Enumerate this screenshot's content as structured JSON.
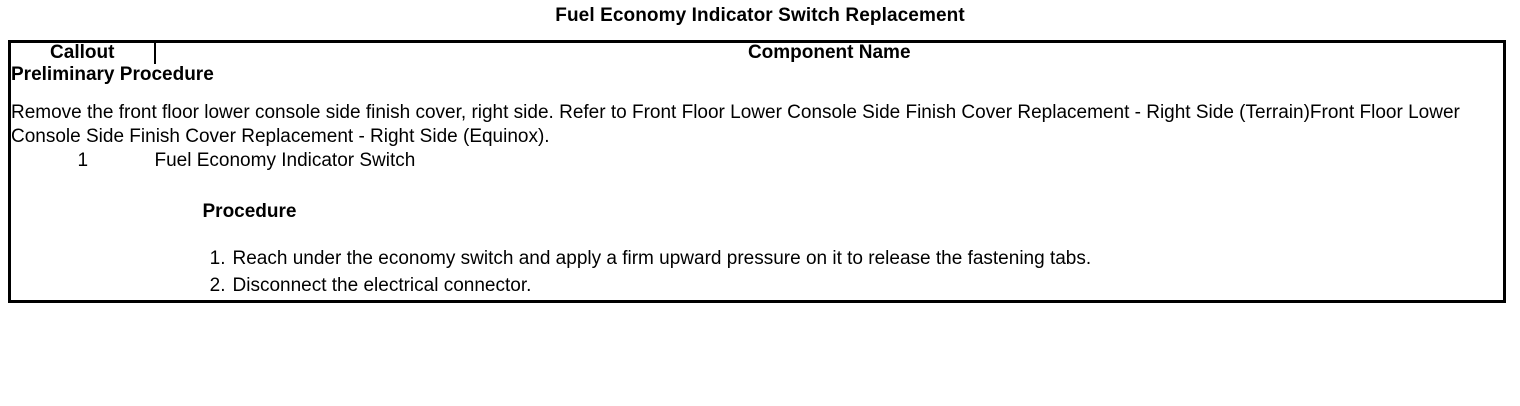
{
  "document": {
    "title": "Fuel Economy Indicator Switch Replacement"
  },
  "table": {
    "headers": {
      "callout": "Callout",
      "component_name": "Component Name"
    },
    "preliminary": {
      "heading": "Preliminary Procedure",
      "text": "Remove the front floor lower console side finish cover, right side. Refer to Front Floor Lower Console Side Finish Cover Replacement - Right Side (Terrain)Front Floor Lower Console Side Finish Cover Replacement - Right Side (Equinox)."
    },
    "rows": [
      {
        "callout": "1",
        "component_name": "Fuel Economy Indicator Switch",
        "procedure_heading": "Procedure",
        "steps": [
          "Reach under the economy switch and apply a firm upward pressure on it to release the fastening tabs.",
          "Disconnect the electrical connector."
        ]
      }
    ]
  }
}
